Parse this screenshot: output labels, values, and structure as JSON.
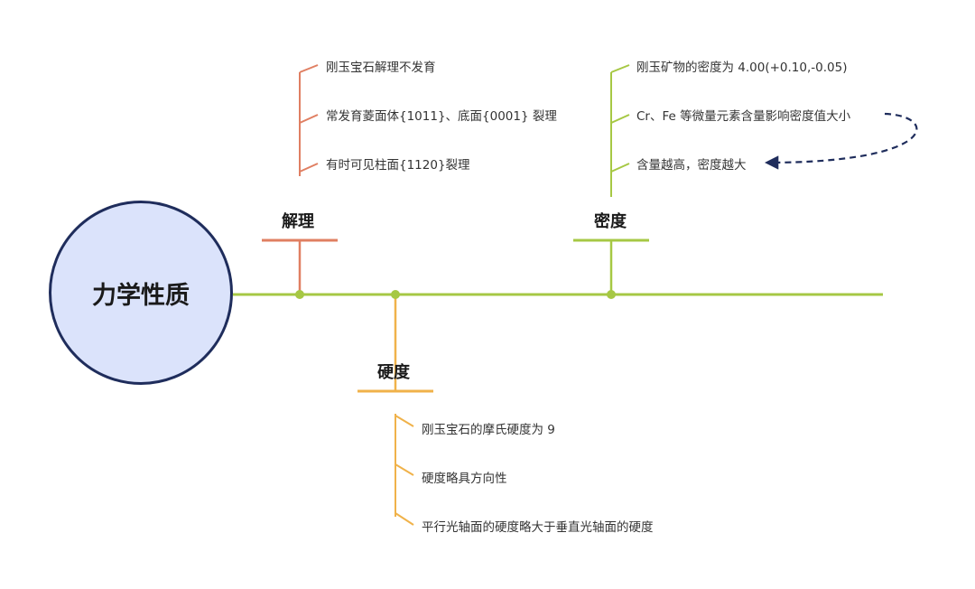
{
  "root": {
    "label": "力学性质"
  },
  "colors": {
    "spine": "#a6c844",
    "cleavage": "#e07f62",
    "density": "#a6c844",
    "hardness": "#f0b24a",
    "circle_fill": "#dbe3fb",
    "circle_border": "#1f2d5c",
    "arrow": "#1f2d5c",
    "text": "#333333"
  },
  "branches": {
    "cleavage": {
      "title": "解理",
      "items": [
        "刚玉宝石解理不发育",
        "常发育菱面体{1011}、底面{0001} 裂理",
        "有时可见柱面{1120}裂理"
      ]
    },
    "density": {
      "title": "密度",
      "items": [
        "刚玉矿物的密度为 4.00(+0.10,-0.05)",
        "Cr、Fe 等微量元素含量影响密度值大小",
        "含量越高，密度越大"
      ]
    },
    "hardness": {
      "title": "硬度",
      "items": [
        "刚玉宝石的摩氏硬度为 9",
        "硬度略具方向性",
        "平行光轴面的硬度略大于垂直光轴面的硬度"
      ]
    }
  }
}
